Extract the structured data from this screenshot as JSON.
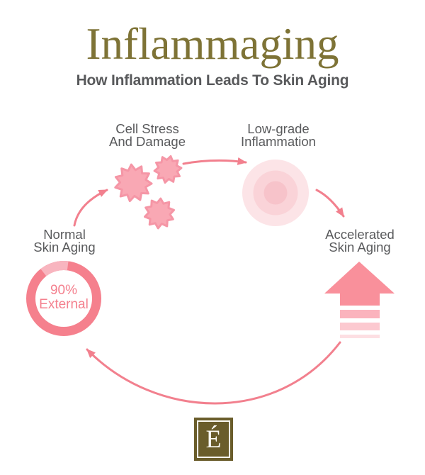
{
  "header": {
    "title": "Inflammaging",
    "subtitle": "How Inflammation Leads To Skin Aging"
  },
  "cycle": {
    "description": "Circular cause-effect cycle of skin inflammaging",
    "stages": [
      {
        "id": "normal-skin-aging",
        "lines": [
          "Normal",
          "Skin Aging"
        ]
      },
      {
        "id": "cell-stress-and-damage",
        "lines": [
          "Cell Stress",
          "And Damage"
        ]
      },
      {
        "id": "low-grade-inflammation",
        "lines": [
          "Low-grade",
          "Inflammation"
        ]
      },
      {
        "id": "accelerated-skin-aging",
        "lines": [
          "Accelerated",
          "Skin Aging"
        ]
      }
    ]
  },
  "donut": {
    "percent": "90%",
    "label": "External",
    "chart_data": {
      "type": "pie",
      "categories": [
        "External",
        "Other"
      ],
      "values": [
        90,
        10
      ],
      "title": "Normal Skin Aging — 90% External"
    }
  },
  "logo": {
    "letter": "É"
  },
  "colors": {
    "title_olive": "#7E7336",
    "logo_olive": "#6A5D2B",
    "text_gray": "#595A5C",
    "arrow_pink": "#F2808E",
    "donut_pink": "#F5808D",
    "donut_light": "#F8B5BF",
    "donut_text": "#F4808E",
    "cell_fill": "#F9A8B4",
    "cell_stroke": "#F596A6",
    "glow_outer": "#FCE4E7",
    "glow_mid": "#FAD3D8",
    "glow_inner": "#F7C3CA",
    "uparrow_solid": "#F9909B",
    "uparrow_stripe1": "#FBB3BD",
    "uparrow_stripe2": "#FCC9D0",
    "uparrow_stripe3": "#FDDFE3"
  }
}
